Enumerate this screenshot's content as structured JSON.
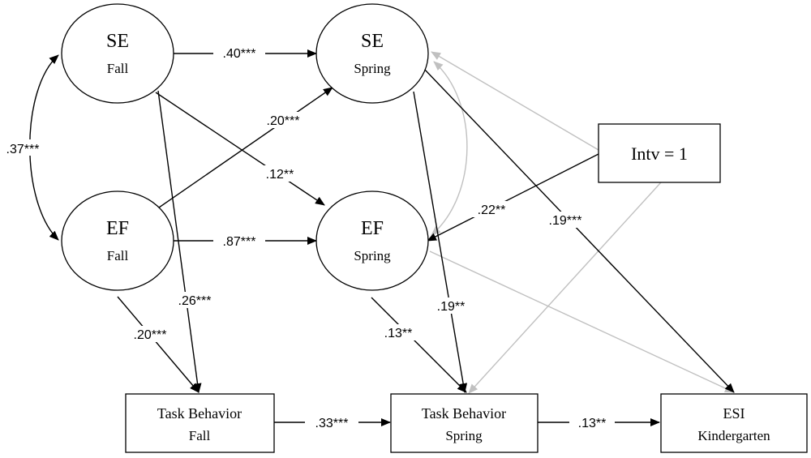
{
  "nodes": {
    "se_fall": {
      "title": "SE",
      "sub": "Fall"
    },
    "ef_fall": {
      "title": "EF",
      "sub": "Fall"
    },
    "se_spring": {
      "title": "SE",
      "sub": "Spring"
    },
    "ef_spring": {
      "title": "EF",
      "sub": "Spring"
    },
    "intv": {
      "title": "Intv = 1"
    },
    "tb_fall": {
      "title": "Task Behavior",
      "sub": "Fall"
    },
    "tb_spring": {
      "title": "Task Behavior",
      "sub": "Spring"
    },
    "esi": {
      "title": "ESI",
      "sub": "Kindergarten"
    }
  },
  "coefficients": {
    "se_fall_ef_fall": ".37***",
    "se_fall_se_spring": ".40***",
    "ef_fall_se_spring": ".20***",
    "se_fall_ef_spring": ".12**",
    "ef_fall_ef_spring": ".87***",
    "intv_ef_spring": ".22**",
    "se_spring_esi": ".19***",
    "se_fall_tb_fall": ".26***",
    "ef_fall_tb_fall": ".20***",
    "ef_spring_tb_spring": ".13**",
    "se_spring_tb_spring": ".19**",
    "tb_fall_tb_spring": ".33***",
    "tb_spring_esi": ".13**"
  },
  "colors": {
    "significant_path": "#000000",
    "nonsignificant_path": "#c0c0c0"
  }
}
